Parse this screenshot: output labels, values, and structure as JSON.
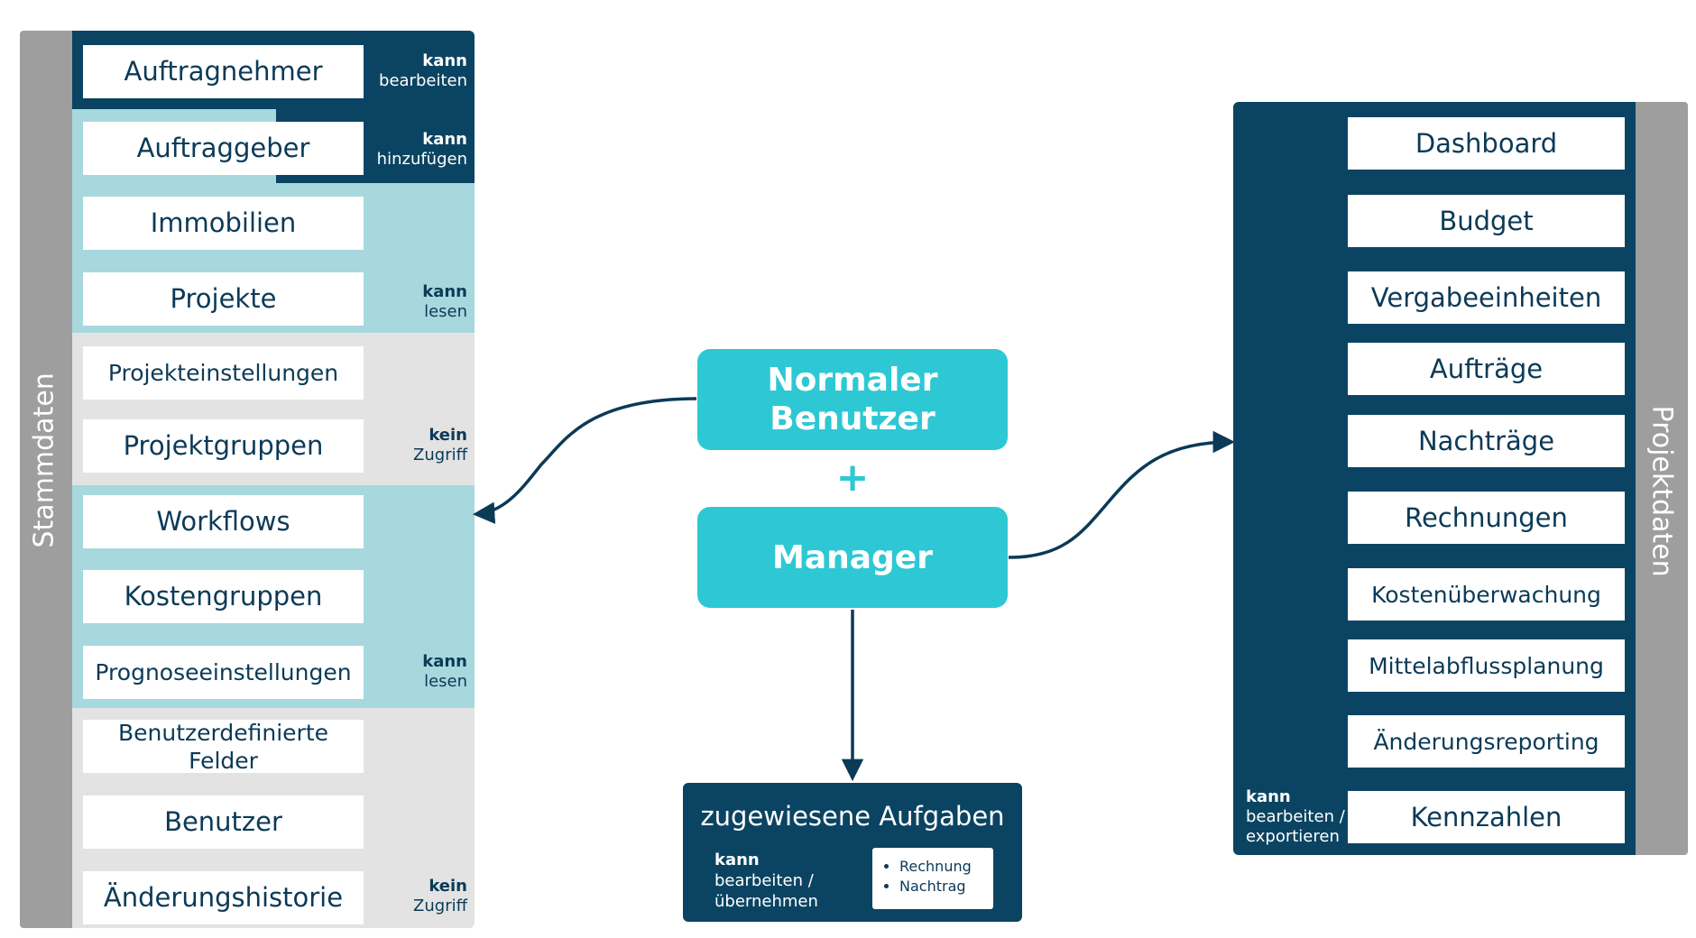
{
  "left_panel": {
    "label": "Stammdaten",
    "items": [
      {
        "label": "Auftragnehmer"
      },
      {
        "label": "Auftraggeber"
      },
      {
        "label": "Immobilien"
      },
      {
        "label": "Projekte"
      },
      {
        "label": "Projekteinstellungen"
      },
      {
        "label": "Projektgruppen"
      },
      {
        "label": "Workflows"
      },
      {
        "label": "Kostengruppen"
      },
      {
        "label": "Prognoseeinstellungen"
      },
      {
        "label": "Benutzerdefinierte Felder"
      },
      {
        "label": "Benutzer"
      },
      {
        "label": "Änderungshistorie"
      }
    ],
    "permissions": [
      {
        "strong": "kann",
        "text": "bearbeiten"
      },
      {
        "strong": "kann",
        "text": "hinzufügen"
      },
      {
        "strong": "kann",
        "text": "lesen"
      },
      {
        "strong": "kein",
        "text": "Zugriff"
      },
      {
        "strong": "kann",
        "text": "lesen"
      },
      {
        "strong": "kein",
        "text": "Zugriff"
      }
    ]
  },
  "roles": {
    "normal_line1": "Normaler",
    "normal_line2": "Benutzer",
    "plus": "+",
    "manager": "Manager"
  },
  "tasks": {
    "title": "zugewiesene Aufgaben",
    "perm_strong": "kann",
    "perm_line1": "bearbeiten /",
    "perm_line2": "übernehmen",
    "items": [
      "Rechnung",
      "Nachtrag"
    ]
  },
  "right_panel": {
    "label": "Projektdaten",
    "items": [
      {
        "label": "Dashboard"
      },
      {
        "label": "Budget"
      },
      {
        "label": "Vergabeeinheiten"
      },
      {
        "label": "Aufträge"
      },
      {
        "label": "Nachträge"
      },
      {
        "label": "Rechnungen"
      },
      {
        "label": "Kostenüberwachung"
      },
      {
        "label": "Mittelabflussplanung"
      },
      {
        "label": "Änderungsreporting"
      },
      {
        "label": "Kennzahlen"
      }
    ],
    "permission": {
      "strong": "kann",
      "line1": "bearbeiten /",
      "line2": "exportieren"
    }
  },
  "colors": {
    "dark_navy": "#0b4462",
    "light_teal": "#a7d8de",
    "light_grey": "#e3e3e3",
    "cyan_accent": "#2ec8d4",
    "side_bar_grey": "#9e9e9e"
  }
}
